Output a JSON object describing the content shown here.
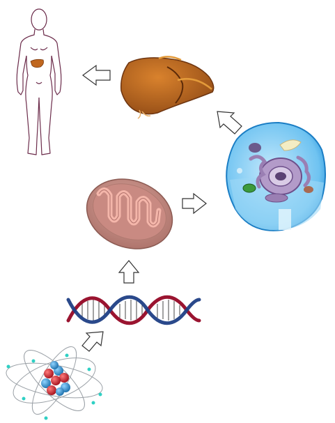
{
  "diagram": {
    "description_free": true,
    "stages": [
      {
        "id": "atom",
        "icon": "atom-icon"
      },
      {
        "id": "dna",
        "icon": "dna-double-helix-icon"
      },
      {
        "id": "mitochondrion",
        "icon": "mitochondrion-icon"
      },
      {
        "id": "cell",
        "icon": "animal-cell-icon"
      },
      {
        "id": "liver",
        "icon": "liver-icon"
      },
      {
        "id": "human-body",
        "icon": "human-body-outline-icon"
      }
    ],
    "arrows": [
      {
        "from": "atom",
        "to": "dna",
        "direction": "up-right"
      },
      {
        "from": "dna",
        "to": "mitochondrion",
        "direction": "up"
      },
      {
        "from": "mitochondrion",
        "to": "cell",
        "direction": "right"
      },
      {
        "from": "cell",
        "to": "liver",
        "direction": "up-left"
      },
      {
        "from": "liver",
        "to": "human-body",
        "direction": "left"
      }
    ],
    "colors": {
      "liver": "#b8611d",
      "liver_highlight": "#e39a3a",
      "mitochondrion_outer": "#c98a82",
      "mitochondrion_inner": "#f4b6aa",
      "cell_body": "#39a7e6",
      "cell_light": "#bfe6fb",
      "nucleus": "#9a7fb3",
      "dna_red": "#9a1430",
      "dna_blue": "#1f3f85",
      "body_outline": "#6b2b4a",
      "atom_red": "#cc1f2a",
      "atom_blue": "#2b8fd0"
    }
  }
}
